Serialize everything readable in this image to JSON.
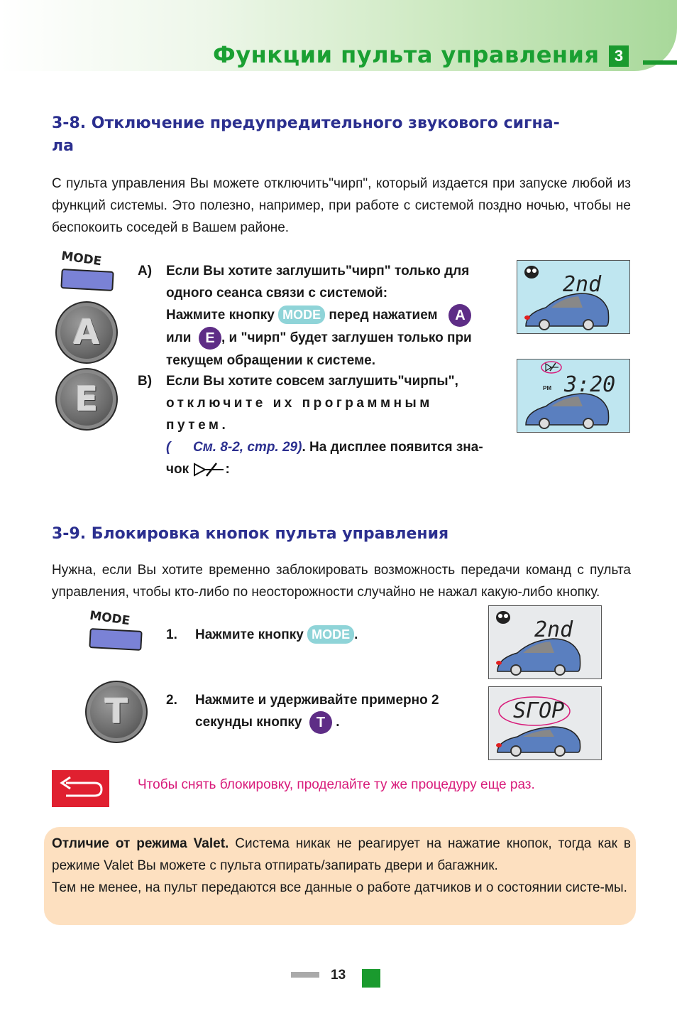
{
  "header": {
    "title": "Функции пульта управления",
    "chapter": "3"
  },
  "section_3_8": {
    "heading_line1": "3-8. Отключение предупредительного звукового сигна-",
    "heading_line2": "ла",
    "intro": "С пульта управления Вы можете отключить\"чирп\", который издается при запуске любой из функций системы. Это полезно, например, при работе с системой поздно ночью, чтобы не беспокоить соседей в Вашем районе.",
    "step_a_marker": "A)",
    "step_a_l1": "Если Вы хотите заглушить\"чирп\" только для",
    "step_a_l2": "одного сеанса связи с системой:",
    "step_a_l3a": "Нажмите кнопку",
    "step_a_l3b": "перед нажатием",
    "step_a_l4a": "или",
    "step_a_l4b": ", и \"чирп\" будет заглушен только при",
    "step_a_l5": "текущем обращении к системе.",
    "step_b_marker": "B)",
    "step_b_l1": "Если Вы хотите совсем заглушить\"чирпы\",",
    "step_b_l2": "отключите их программным путем.",
    "step_b_ref": "(      См. 8-2, стр. 29)",
    "step_b_l3b": ". На дисплее появится зна-",
    "step_b_l4a": "чок",
    "step_b_l4b": ":"
  },
  "section_3_9": {
    "heading": "3-9. Блокировка кнопок пульта управления",
    "intro": "Нужна, если Вы хотите временно заблокировать возможность передачи команд с пульта управления, чтобы кто-либо по неосторожности случайно не нажал какую-либо кнопку.",
    "step1_marker": "1.",
    "step1_text": "Нажмите кнопку",
    "step1_end": ".",
    "step2_marker": "2.",
    "step2_l1": "Нажмите и удерживайте примерно 2",
    "step2_l2": "секунды кнопку",
    "step2_end": "."
  },
  "buttons": {
    "mode": "MODE",
    "a": "A",
    "e": "E",
    "t": "T"
  },
  "displays": {
    "lcd1": "2nd",
    "lcd2_pm": "PM",
    "lcd2_time": "3:20",
    "lcd3": "2nd",
    "lcd4": "SГOP"
  },
  "note": "Чтобы снять блокировку, проделайте ту же процедуру еще раз.",
  "info_box": {
    "bold": "Отличие от режима Valet.",
    "text1": " Система никак не реагирует на нажатие кнопок, тогда как в режиме Valet Вы можете с пульта отпирать/запирать двери и багажник.",
    "text2": "Тем не менее, на пульт передаются все данные о работе датчиков и о состоянии систе-мы."
  },
  "page_number": "13",
  "colors": {
    "green": "#1a9a2e",
    "heading_blue": "#2b2f8f",
    "pink": "#d81b7a",
    "purple": "#5e2d86"
  }
}
